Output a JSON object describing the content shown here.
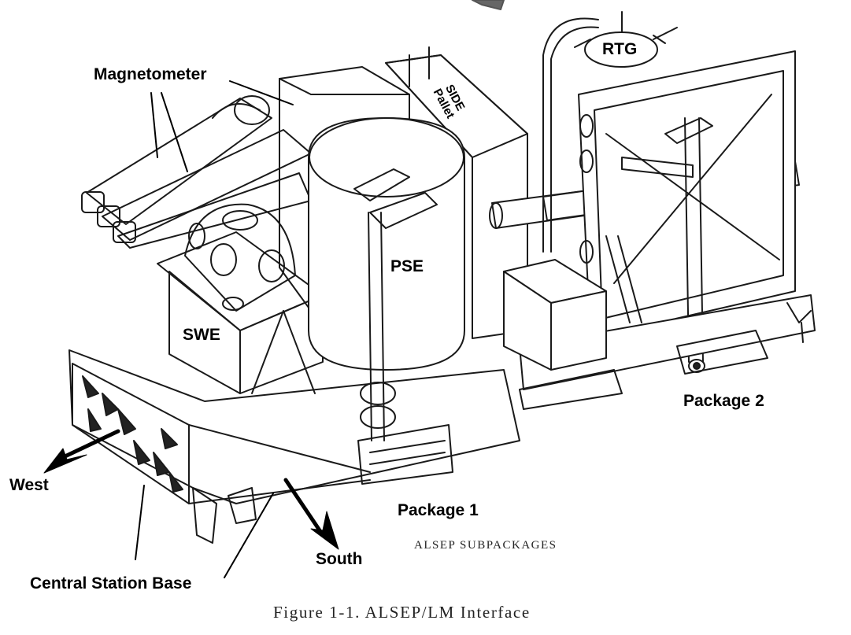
{
  "figure": {
    "caption": "Figure 1-1.  ALSEP/LM Interface",
    "subcaption": "ALSEP SUBPACKAGES"
  },
  "labels": {
    "magnetometer": "Magnetometer",
    "rtg": "RTG",
    "side_line1": "SIDE",
    "side_line2": "Pallet",
    "pse": "PSE",
    "swe": "SWE",
    "package_2": "Package 2",
    "package_1": "Package 1",
    "west": "West",
    "south": "South",
    "central_station_base": "Central Station Base"
  },
  "colors": {
    "ink": "#000000",
    "line": "#1a1a1a",
    "shade": "#555555",
    "paper": "#ffffff"
  }
}
